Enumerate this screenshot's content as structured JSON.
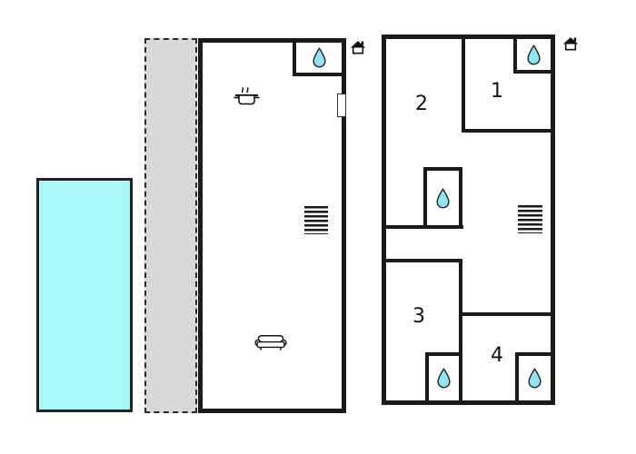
{
  "plan": {
    "upper_floor": {
      "rooms": [
        {
          "label": "1"
        },
        {
          "label": "2"
        },
        {
          "label": "3"
        },
        {
          "label": "4"
        }
      ]
    },
    "icons": {
      "water_drop": "water-drop",
      "entrance": "house",
      "stairs": "stairs",
      "stove": "stove",
      "sofa": "sofa",
      "door": "door-opening"
    },
    "colors": {
      "background": "#ffffff",
      "pool": "#a9f7f8",
      "terrace": "#d8d8d8",
      "wall": "#1b1b1b",
      "drop_fill": "#90e4f3"
    }
  }
}
